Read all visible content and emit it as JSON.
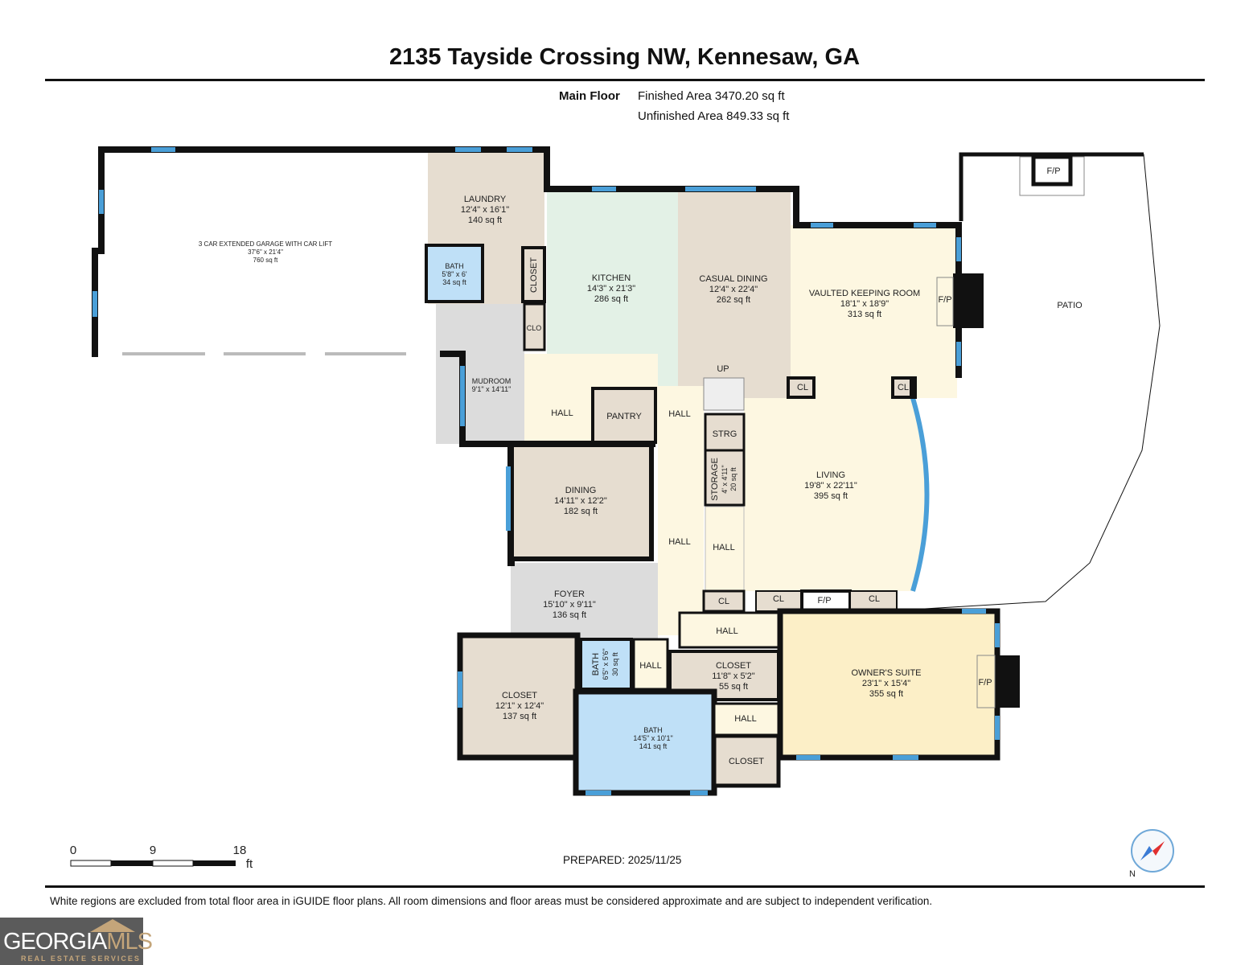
{
  "title": "2135 Tayside Crossing NW, Kennesaw, GA",
  "floor": {
    "name": "Main Floor",
    "finished_area": "Finished Area 3470.20 sq ft",
    "unfinished_area": "Unfinished Area 849.33 sq ft"
  },
  "rooms": {
    "garage": {
      "name": "3 CAR EXTENDED GARAGE WITH CAR LIFT",
      "dims": "37'6\" x 21'4\"",
      "area": "760 sq ft"
    },
    "laundry": {
      "name": "LAUNDRY",
      "dims": "12'4\" x 16'1\"",
      "area": "140 sq ft"
    },
    "bath_small": {
      "name": "BATH",
      "dims": "5'8\" x 6'",
      "area": "34 sq ft"
    },
    "laundry_closet": {
      "name": "CLOSET"
    },
    "clo": {
      "name": "CLO"
    },
    "mudroom": {
      "name": "MUDROOM",
      "dims": "9'1\" x 14'11\""
    },
    "kitchen": {
      "name": "KITCHEN",
      "dims": "14'3\" x 21'3\"",
      "area": "286 sq ft"
    },
    "casual_dining": {
      "name": "CASUAL DINING",
      "dims": "12'4\" x 22'4\"",
      "area": "262 sq ft"
    },
    "keeping_room": {
      "name": "VAULTED KEEPING ROOM",
      "dims": "18'1\" x 18'9\"",
      "area": "313 sq ft"
    },
    "patio": {
      "name": "PATIO"
    },
    "hall": "HALL",
    "pantry": {
      "name": "PANTRY"
    },
    "up": "UP",
    "strg": "STRG",
    "storage": {
      "name": "STORAGE",
      "dims": "4' x 4'11\"",
      "area": "20 sq ft"
    },
    "living": {
      "name": "LIVING",
      "dims": "19'8\" x 22'11\"",
      "area": "395 sq ft"
    },
    "dining": {
      "name": "DINING",
      "dims": "14'11\" x 12'2\"",
      "area": "182 sq ft"
    },
    "foyer": {
      "name": "FOYER",
      "dims": "15'10\" x 9'11\"",
      "area": "136 sq ft"
    },
    "cl": "CL",
    "fp": "F/P",
    "owners_suite": {
      "name": "OWNER'S SUITE",
      "dims": "23'1\" x 15'4\"",
      "area": "355 sq ft"
    },
    "closet_large": {
      "name": "CLOSET",
      "dims": "12'1\" x 12'4\"",
      "area": "137 sq ft"
    },
    "bath_half": {
      "name": "BATH",
      "dims": "6'5\" x 5'6\"",
      "area": "30 sq ft"
    },
    "closet_mid": {
      "name": "CLOSET",
      "dims": "11'8\" x 5'2\"",
      "area": "55 sq ft"
    },
    "bath_main": {
      "name": "BATH",
      "dims": "14'5\" x 10'1\"",
      "area": "141 sq ft"
    },
    "closet_small": {
      "name": "CLOSET"
    }
  },
  "scale": {
    "ticks": [
      "0",
      "9",
      "18"
    ],
    "unit": "ft"
  },
  "prepared": "PREPARED: 2025/11/25",
  "compass": {
    "label": "N"
  },
  "disclaimer": "White regions are excluded from total floor area in iGUIDE floor plans. All room dimensions and floor areas must be considered approximate and are subject to independent verification.",
  "logo": {
    "text_a": "GEORGIA",
    "text_b": "MLS",
    "sub": "REAL ESTATE SERVICES"
  },
  "colors": {
    "wall": "#111111",
    "window": "#4a9fd8",
    "beige": "#e6ddd0",
    "cream": "#fdf7e1",
    "mint": "#e3f1e6",
    "blue": "#bfe0f7",
    "grey": "#dcdcdc",
    "suite": "#fcefc7"
  }
}
